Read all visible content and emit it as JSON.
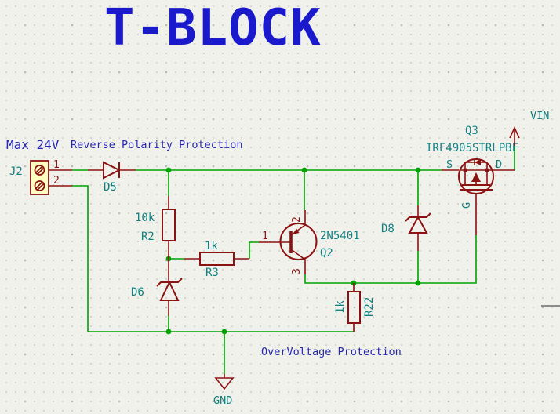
{
  "title": "T-BLOCK",
  "annotations": {
    "max_voltage_note": "Max 24V",
    "reverse_polarity_note": "Reverse Polarity Protection",
    "overvoltage_note": "OverVoltage Protection"
  },
  "power_flags": {
    "vin": "VIN",
    "gnd": "GND"
  },
  "components": {
    "j2": {
      "ref": "J2",
      "pins": {
        "p1": "1",
        "p2": "2"
      }
    },
    "d5": {
      "ref": "D5"
    },
    "r2": {
      "ref": "R2",
      "value": "10k"
    },
    "r3": {
      "ref": "R3",
      "value": "1k"
    },
    "d6": {
      "ref": "D6"
    },
    "q2": {
      "ref": "Q2",
      "value": "2N5401",
      "pins": {
        "p1": "1",
        "p2": "2",
        "p3": "3"
      }
    },
    "d8": {
      "ref": "D8"
    },
    "r22": {
      "ref": "R22",
      "value": "1k"
    },
    "q3": {
      "ref": "Q3",
      "value": "IRF4905STRLPBF",
      "pins": {
        "s": "S",
        "d": "D",
        "g": "G"
      }
    }
  },
  "colors": {
    "bg": "#f1f1ec",
    "wire": "#00a300",
    "device": "#8b1212",
    "teal": "#0e8181",
    "note": "#2626b0",
    "title-blue": "#1a1acc",
    "body-fill": "#ffffc2",
    "grid-dot": "#cccdc6",
    "grid-major": "#b9bab2",
    "gray": "#8c8c8c"
  }
}
